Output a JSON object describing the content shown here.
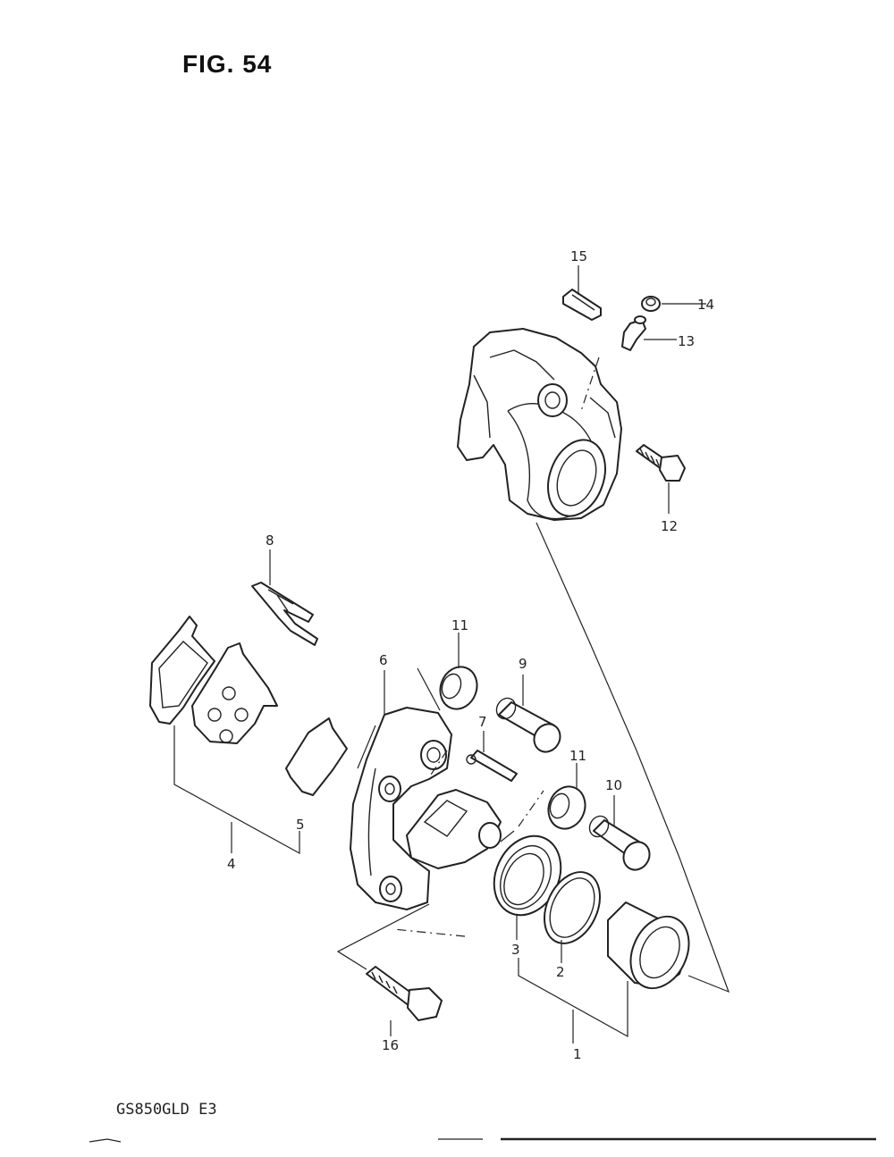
{
  "figure": {
    "title": "FIG. 54",
    "model_code": "GS850GLD E3"
  },
  "callouts": [
    {
      "number": "1"
    },
    {
      "number": "2"
    },
    {
      "number": "3"
    },
    {
      "number": "4"
    },
    {
      "number": "5"
    },
    {
      "number": "6"
    },
    {
      "number": "7"
    },
    {
      "number": "8"
    },
    {
      "number": "9"
    },
    {
      "number": "10"
    },
    {
      "number": "11"
    },
    {
      "number": "11"
    },
    {
      "number": "12"
    },
    {
      "number": "13"
    },
    {
      "number": "14"
    },
    {
      "number": "15"
    },
    {
      "number": "16"
    }
  ]
}
